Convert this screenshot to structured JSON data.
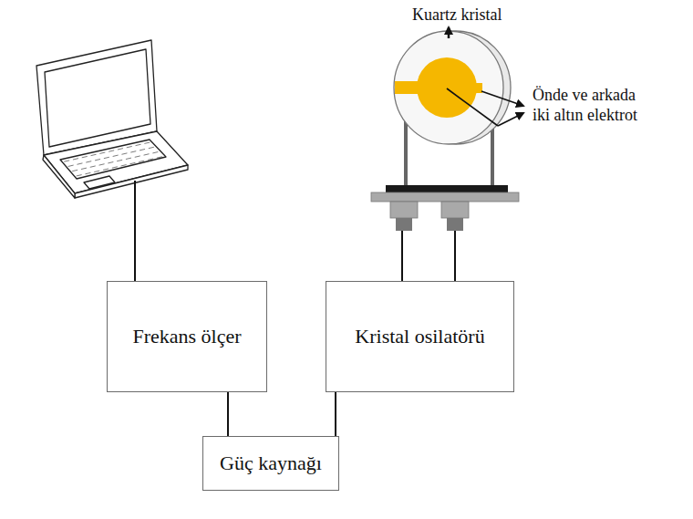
{
  "diagram": {
    "nodes": [
      {
        "text": [
          "Frekans ölçer"
        ]
      },
      {
        "text": [
          "Kristal osilatörü"
        ]
      },
      {
        "text": [
          "Güç kaynağı"
        ]
      }
    ],
    "edges": [
      {
        "from": 0,
        "to": 2,
        "arrow": "none"
      },
      {
        "from": 1,
        "to": 2,
        "arrow": "none"
      }
    ],
    "labels": [
      "Kuartz kristal",
      "Önde ve arkada iki altın elektrot"
    ]
  }
}
